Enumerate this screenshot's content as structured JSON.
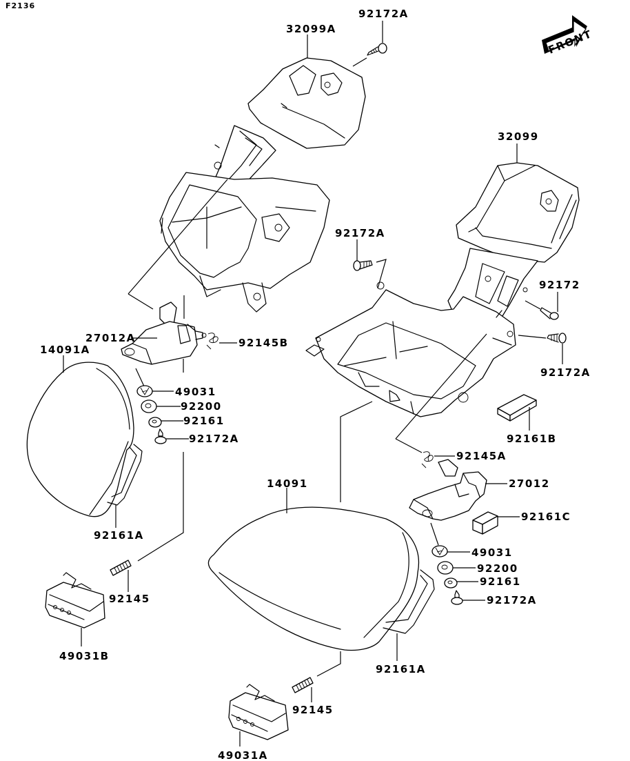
{
  "figure_id": "F2136",
  "direction_indicator": {
    "label": "FRONT",
    "icon": "front-arrow-icon"
  },
  "parts": {
    "cover_left": "32099A",
    "cover_right": "32099",
    "screw_top": "92172A",
    "screw_mid_left": "92172A",
    "screw_right_upper": "92172",
    "screw_right_lower": "92172A",
    "lid_left": "14091A",
    "lid_right": "14091",
    "hinge_left": "27012A",
    "hinge_right": "27012",
    "spring_left_hinge": "92145B",
    "spring_right_hinge": "92145A",
    "clip_left": "49031",
    "washer_left": "92200",
    "grommet_left": "92161",
    "screw_left_hinge": "92172A",
    "clip_right": "49031",
    "washer_right": "92200",
    "grommet_right": "92161",
    "screw_right_hinge": "92172A",
    "seal_left_lid": "92161A",
    "seal_right_lid": "92161A",
    "damper_b": "92161B",
    "damper_c": "92161C",
    "spring_left_latch": "92145",
    "spring_right_latch": "92145",
    "latch_left": "49031B",
    "latch_right": "49031A"
  }
}
